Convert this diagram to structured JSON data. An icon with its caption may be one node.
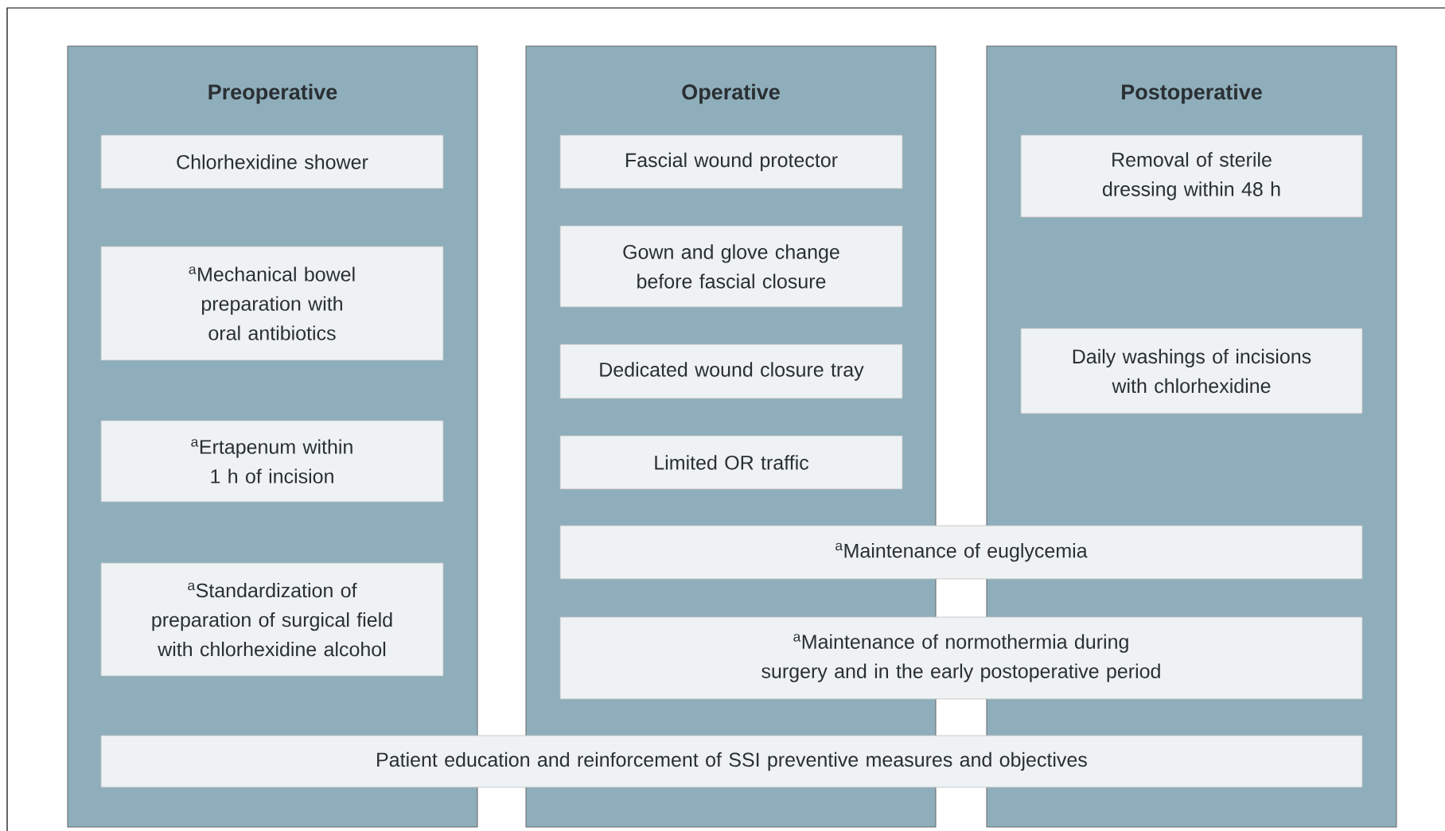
{
  "diagram": {
    "nodes": [
      {
        "text": [
          "Preoperative"
        ]
      },
      {
        "text": [
          "Operative"
        ]
      },
      {
        "text": [
          "Postoperative"
        ]
      },
      {
        "text": [
          "Chlorhexidine shower"
        ],
        "in": 0
      },
      {
        "text": [
          "$^{a}$Mechanical bowel preparation with oral antibiotics"
        ],
        "in": 0
      },
      {
        "text": [
          "$^{a}$Ertapenum within 1 h of incision"
        ],
        "in": 0
      },
      {
        "text": [
          "$^{a}$Standardization of preparation of surgical field with chlorhexidine alcohol"
        ],
        "in": 0
      },
      {
        "text": [
          "Fascial wound protector"
        ],
        "in": 1
      },
      {
        "text": [
          "Gown and glove change before fascial closure"
        ],
        "in": 1
      },
      {
        "text": [
          "Dedicated wound closure tray"
        ],
        "in": 1
      },
      {
        "text": [
          "Limited OR traffic"
        ],
        "in": 1
      },
      {
        "text": [
          "Removal of sterile dressing within 48 h"
        ],
        "in": 2
      },
      {
        "text": [
          "Daily washings of incisions with chlorhexidine"
        ],
        "in": 2
      },
      {
        "text": [
          "$^{a}$Maintenance of euglycemia"
        ]
      },
      {
        "text": [
          "$^{a}$Maintenance of normothermia during surgery and in the early postoperative period"
        ]
      },
      {
        "text": [
          "Patient education and reinforcement of SSI preventive measures and objectives"
        ]
      }
    ]
  }
}
